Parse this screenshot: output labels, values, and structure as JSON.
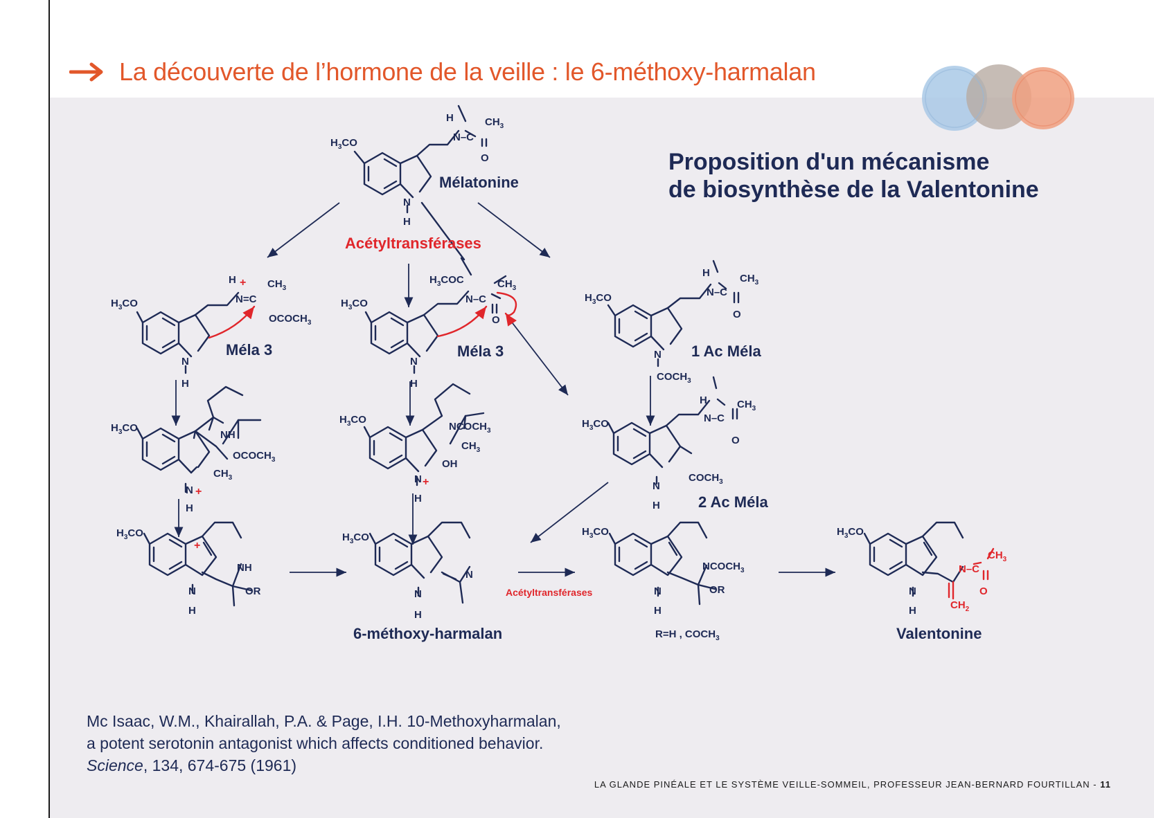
{
  "page": {
    "title": "La découverte de l’hormone de la veille : le 6-méthoxy-harmalan",
    "heading_line1": "Proposition d'un mécanisme",
    "heading_line2": "de biosynthèse de la Valentonine",
    "reference_line1": "Mc Isaac, W.M., Khairallah, P.A. & Page, I.H. 10-Methoxyharmalan,",
    "reference_line2": "a potent serotonin antagonist which affects conditioned behavior.",
    "reference_journal": "Science",
    "reference_rest": ", 134, 674-675 (1961)",
    "footer_text": "LA GLANDE PINÉALE ET LE SYSTÈME VEILLE-SOMMEIL, PROFESSEUR JEAN-BERNARD FOURTILLAN - ",
    "page_number": "11"
  },
  "colors": {
    "accent_orange": "#e2572a",
    "navy": "#1e2a55",
    "reaction_red": "#e0262b",
    "panel": "#eeecf0",
    "circle_blue": "#a9c9e6",
    "circle_taupe": "#b8aba3",
    "circle_salmon": "#f0a080"
  },
  "diagram": {
    "melatonine": "Mélatonine",
    "acetyltransferases": "Acétyltransférases",
    "acetyltransferases_small": "Acétyltransférases",
    "mela3_left": "Méla 3",
    "mela3_mid": "Méla 3",
    "ac_mela_1": "1 Ac Méla",
    "ac_mela_2": "2 Ac Méla",
    "harmalan": "6-méthoxy-harmalan",
    "valentonine": "Valentonine",
    "r_def": "R=H , COCH",
    "sub3": "3",
    "sub2": "2",
    "h3co": "CO",
    "h3": "H",
    "h3coc": "COC",
    "ch3": "CH",
    "ch2": "CH",
    "coch3": "COCH",
    "ncoch3": "NCOCH",
    "ococh3": "OCOCH",
    "n": "N",
    "nh": "NH",
    "n_eq_c": "N=C",
    "n_dash_c": "N–C",
    "c": "C",
    "o": "O",
    "h": "H",
    "oh": "OH",
    "or": "OR",
    "plus": "+",
    "eq": "="
  }
}
